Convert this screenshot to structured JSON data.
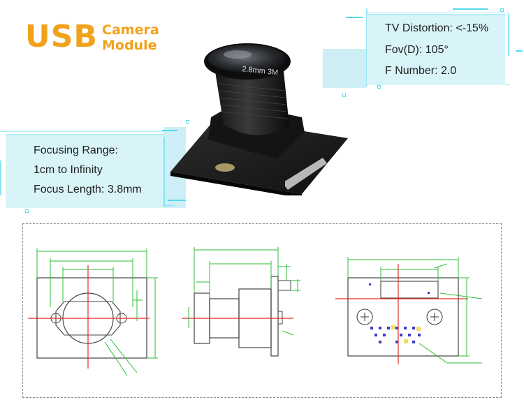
{
  "logo": {
    "usb": "USB",
    "line1": "Camera",
    "line2": "Module"
  },
  "specs_right": [
    "TV Distortion: <-15%",
    "Fov(D): 105°",
    "F Number: 2.0"
  ],
  "specs_left": [
    "Focusing Range:",
    "1cm to Infinity",
    "Focus Length: 3.8mm"
  ],
  "lens_label": "2.8mm  3M",
  "colors": {
    "logo": "#f1a21b",
    "spec_box": "#d9f4f8",
    "glow": "#53d8ee",
    "drawing_outline": "#8a8a8a",
    "dimension_lines": "#2ebd37",
    "center_lines": "#e22a2a",
    "callouts": "#3a3acb"
  }
}
